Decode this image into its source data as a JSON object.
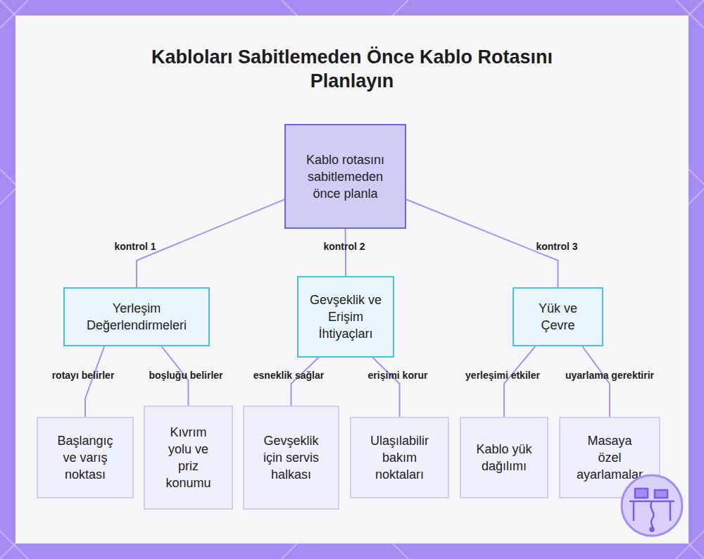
{
  "diagram": {
    "title": "Kabloları Sabitlemeden Önce Kablo Rotasını Planlayın",
    "nodes": [
      {
        "text": [
          "Kablo rotasını sabitlemeden önce planla"
        ]
      },
      {
        "text": [
          "Yerleşim Değerlendirmeleri"
        ]
      },
      {
        "text": [
          "Gevşeklik ve Erişim İhtiyaçları"
        ]
      },
      {
        "text": [
          "Yük ve Çevre"
        ]
      },
      {
        "text": [
          "Başlangıç ve varış noktası"
        ]
      },
      {
        "text": [
          "Kıvrım yolu ve priz konumu"
        ]
      },
      {
        "text": [
          "Gevşeklik için servis halkası"
        ]
      },
      {
        "text": [
          "Ulaşılabilir bakım noktaları"
        ]
      },
      {
        "text": [
          "Kablo yük dağılımı"
        ]
      },
      {
        "text": [
          "Masaya özel ayarlamalar"
        ]
      }
    ],
    "edges": [
      {
        "from": 0,
        "to": 1,
        "label": "kontrol 1",
        "arrow": "none"
      },
      {
        "from": 0,
        "to": 2,
        "label": "kontrol 2",
        "arrow": "none"
      },
      {
        "from": 0,
        "to": 3,
        "label": "kontrol 3",
        "arrow": "none"
      },
      {
        "from": 1,
        "to": 4,
        "label": "rotayı belirler",
        "arrow": "none"
      },
      {
        "from": 1,
        "to": 5,
        "label": "boşluğu belirler",
        "arrow": "none"
      },
      {
        "from": 2,
        "to": 6,
        "label": "esneklik sağlar",
        "arrow": "none"
      },
      {
        "from": 2,
        "to": 7,
        "label": "erişimi korur",
        "arrow": "none"
      },
      {
        "from": 3,
        "to": 8,
        "label": "yerleşimi etkiler",
        "arrow": "none"
      },
      {
        "from": 3,
        "to": 9,
        "label": "uyarlama gerektirir",
        "arrow": "none"
      }
    ]
  }
}
